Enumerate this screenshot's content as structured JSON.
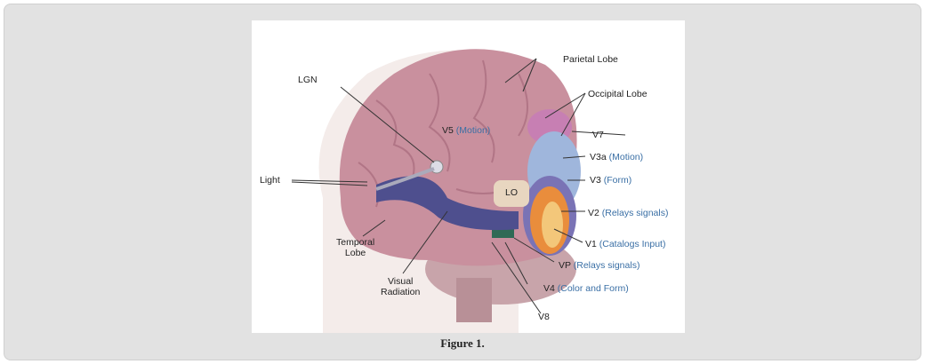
{
  "figure": {
    "caption": "Figure 1.",
    "labels": {
      "parietal": "Parietal Lobe",
      "occipital": "Occipital Lobe",
      "lgn": "LGN",
      "v5": "V5",
      "v5_note": "(Motion)",
      "v7": "V7",
      "v3a": "V3a",
      "v3a_note": "(Motion)",
      "v3": "V3",
      "v3_note": "(Form)",
      "light": "Light",
      "lo": "LO",
      "v2": "V2",
      "v2_note": "(Relays signals)",
      "v1": "V1",
      "v1_note": "(Catalogs Input)",
      "vp": "VP",
      "vp_note": "(Relays signals)",
      "v4": "V4",
      "v4_note": "(Color and Form)",
      "v8": "V8",
      "temporal": "Temporal\nLobe",
      "visual_radiation": "Visual\nRadiation"
    }
  }
}
